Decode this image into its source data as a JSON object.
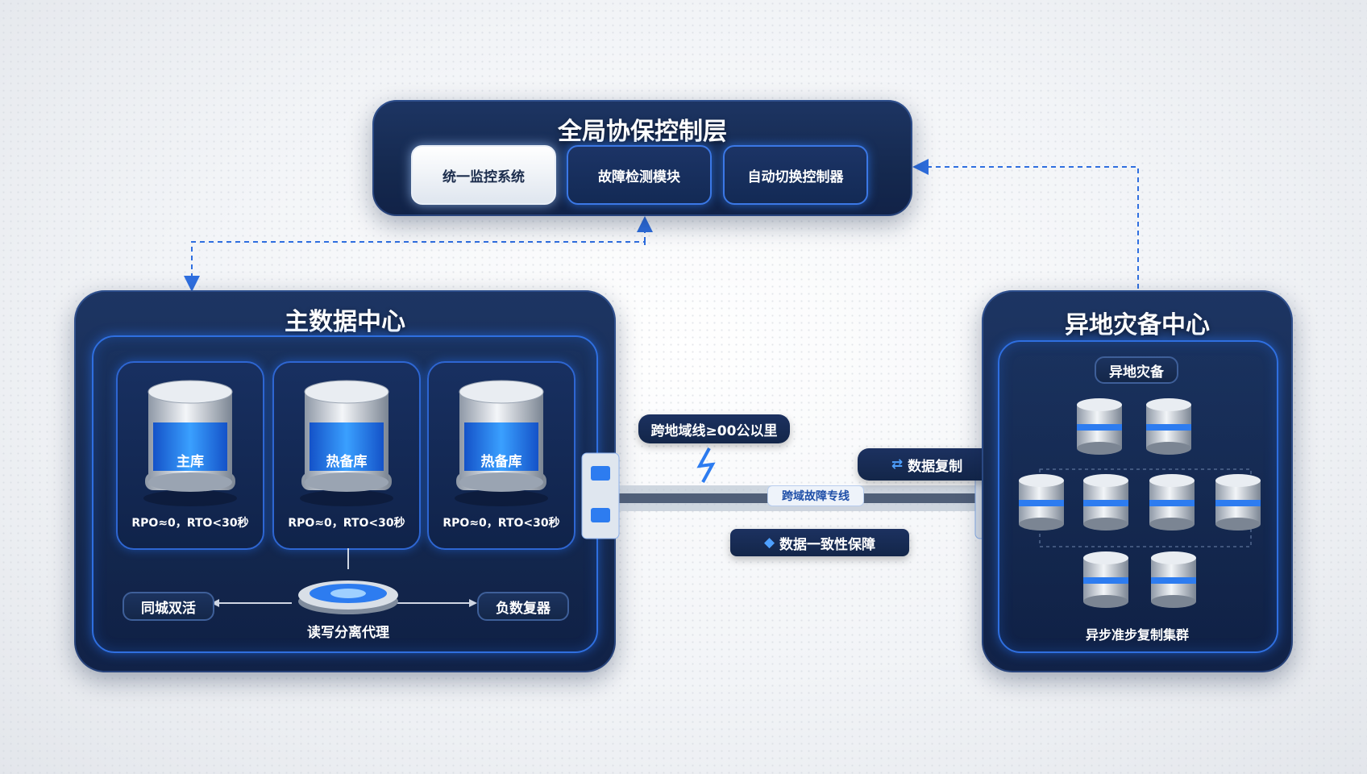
{
  "control_layer": {
    "title": "全局协保控制层",
    "modules": [
      "统一监控系统",
      "故障检测模块",
      "自动切换控制器"
    ]
  },
  "primary_dc": {
    "title": "主数据中心",
    "databases": [
      {
        "label": "主库",
        "caption": "RPO≈0，RTO<30秒"
      },
      {
        "label": "热备库",
        "caption": "RPO≈0，RTO<30秒"
      },
      {
        "label": "热备库",
        "caption": "RPO≈0，RTO<30秒"
      }
    ],
    "left_tag": "同城双活",
    "right_tag": "负数复器",
    "proxy_label": "读写分离代理"
  },
  "link": {
    "distance_label": "跨地域线≥00公以里",
    "line_label": "跨域故障专线",
    "replication_label": "数据复制",
    "consistency_label": "数据一致性保障"
  },
  "dr_dc": {
    "title": "异地灾备中心",
    "badge": "异地灾备",
    "footer": "异步准步复制集群"
  },
  "colors": {
    "accent": "#2f6fe0",
    "panel": "#15294f",
    "dash": "#2f6fe0"
  }
}
